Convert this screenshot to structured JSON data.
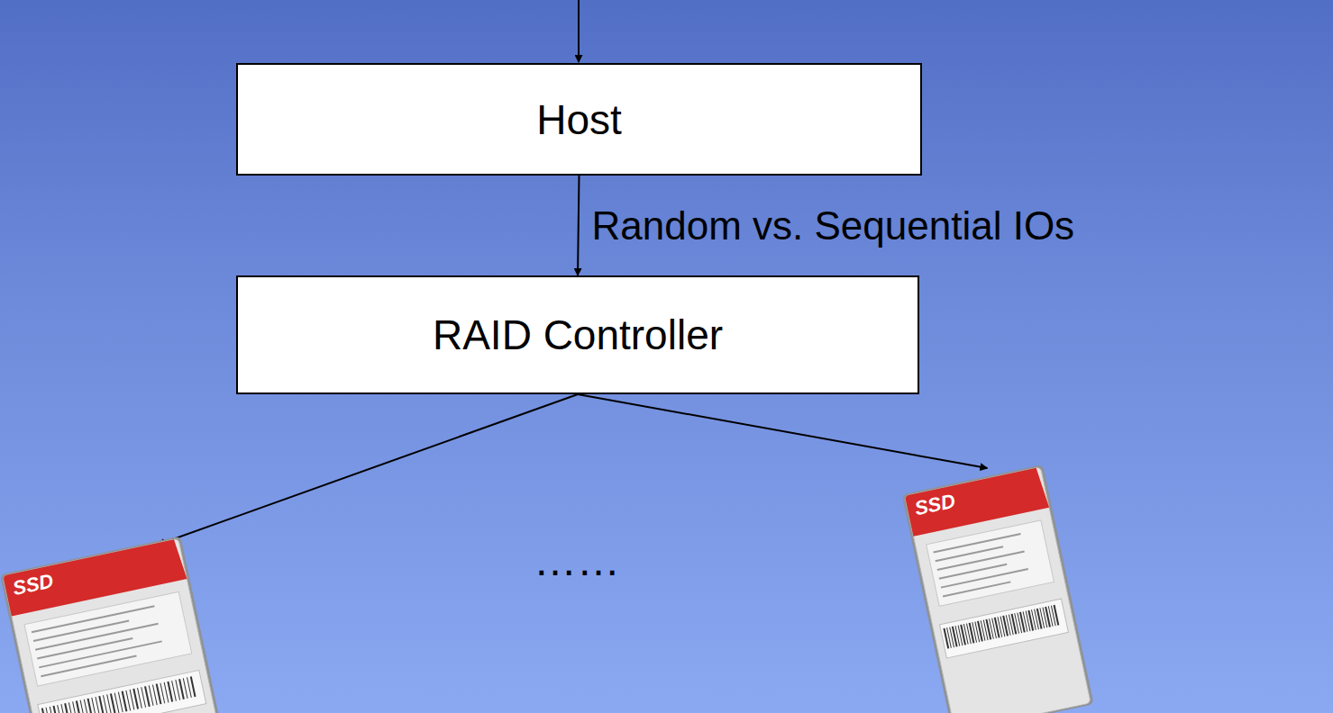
{
  "diagram": {
    "nodes": [
      {
        "text": [
          "Host"
        ]
      },
      {
        "text": [
          "RAID Controller"
        ]
      },
      {
        "text": [
          "SSD"
        ]
      },
      {
        "text": [
          "SSD"
        ]
      }
    ],
    "edges": [
      {
        "from": 0,
        "to": 1,
        "arrow": "to",
        "label": "Random vs. Sequential IOs"
      },
      {
        "from": 1,
        "to": 2,
        "arrow": "to"
      },
      {
        "from": 1,
        "to": 3,
        "arrow": "to"
      }
    ],
    "labels": [
      "……"
    ]
  }
}
